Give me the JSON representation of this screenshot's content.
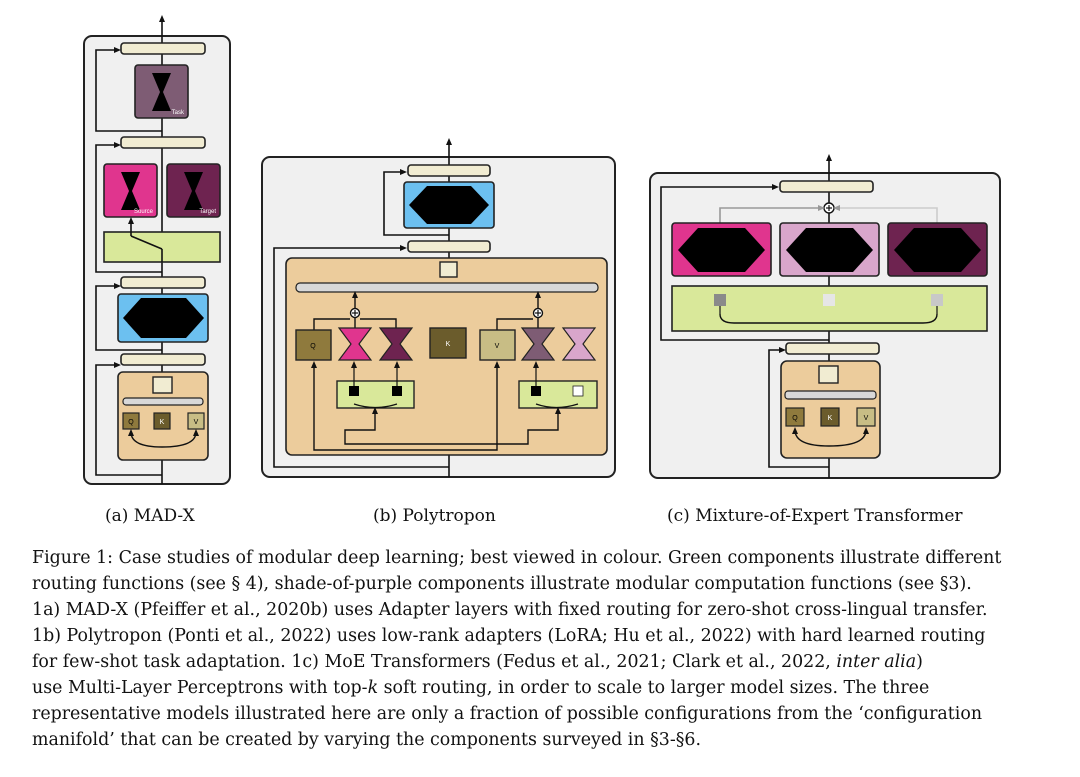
{
  "figure": {
    "panels": [
      {
        "id": "a",
        "caption": "(a) MAD-X",
        "labels": {
          "task": "Task",
          "source": "Source",
          "target": "Target",
          "q": "Q",
          "k": "K",
          "v": "V"
        }
      },
      {
        "id": "b",
        "caption": "(b) Polytropon",
        "labels": {
          "q": "Q",
          "k": "K",
          "v": "V"
        }
      },
      {
        "id": "c",
        "caption": "(c) Mixture-of-Expert Transformer",
        "labels": {
          "q": "Q",
          "k": "K",
          "v": "V"
        }
      }
    ],
    "colors": {
      "panel_bg": "#f0f0f0",
      "block_bg": "#eccc9c",
      "bar": "#f1ecd2",
      "router": "#d9e89a",
      "mlp_blue": "#6cc0f0",
      "pink": "#e0358e",
      "dark_purple": "#6e2350",
      "light_pink": "#d9a6cb",
      "mauve": "#7e5c74",
      "olive": "#8f7a3d",
      "dark_olive": "#6b5c2c",
      "light_olive": "#c8bd85"
    }
  },
  "caption": {
    "figure_label": "Figure 1:",
    "lines": [
      "Case studies of modular deep learning; best viewed in colour. Green components illustrate different",
      "routing functions (see § 4), shade-of-purple components illustrate modular computation functions (see §3).",
      "1a) MAD-X (Pfeiffer et al., 2020b) uses Adapter layers with fixed routing for zero-shot cross-lingual transfer.",
      "1b) Polytropon (Ponti et al., 2022) uses low-rank adapters (LoRA; Hu et al., 2022) with hard learned routing",
      "for few-shot task adaptation. 1c) MoE Transformers (Fedus et al., 2021; Clark et al., 2022, ",
      "inter alia",
      ")",
      "use Multi-Layer Perceptrons with top-",
      "k",
      " soft routing, in order to scale to larger model sizes. The three",
      "representative models illustrated here are only a fraction of possible configurations from the ‘configuration",
      "manifold’ that can be created by varying the components surveyed in §3-§6."
    ]
  }
}
